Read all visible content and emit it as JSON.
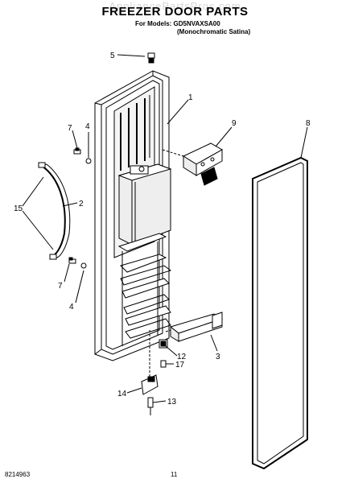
{
  "header": {
    "watermark": "AppliancePartsPros.com",
    "title": "FREEZER DOOR PARTS",
    "models_line1": "For Models: GD5NVAXSA00",
    "models_line2": "(Monochromatic Satina)"
  },
  "callouts": {
    "c5": "5",
    "c1": "1",
    "c9": "9",
    "c8": "8",
    "c7a": "7",
    "c4a": "4",
    "c2": "2",
    "c15": "15",
    "c7b": "7",
    "c4b": "4",
    "c3": "3",
    "c12": "12",
    "c17": "17",
    "c14": "14",
    "c13": "13"
  },
  "footer": {
    "doc_number": "8214963",
    "page_number": "11"
  }
}
